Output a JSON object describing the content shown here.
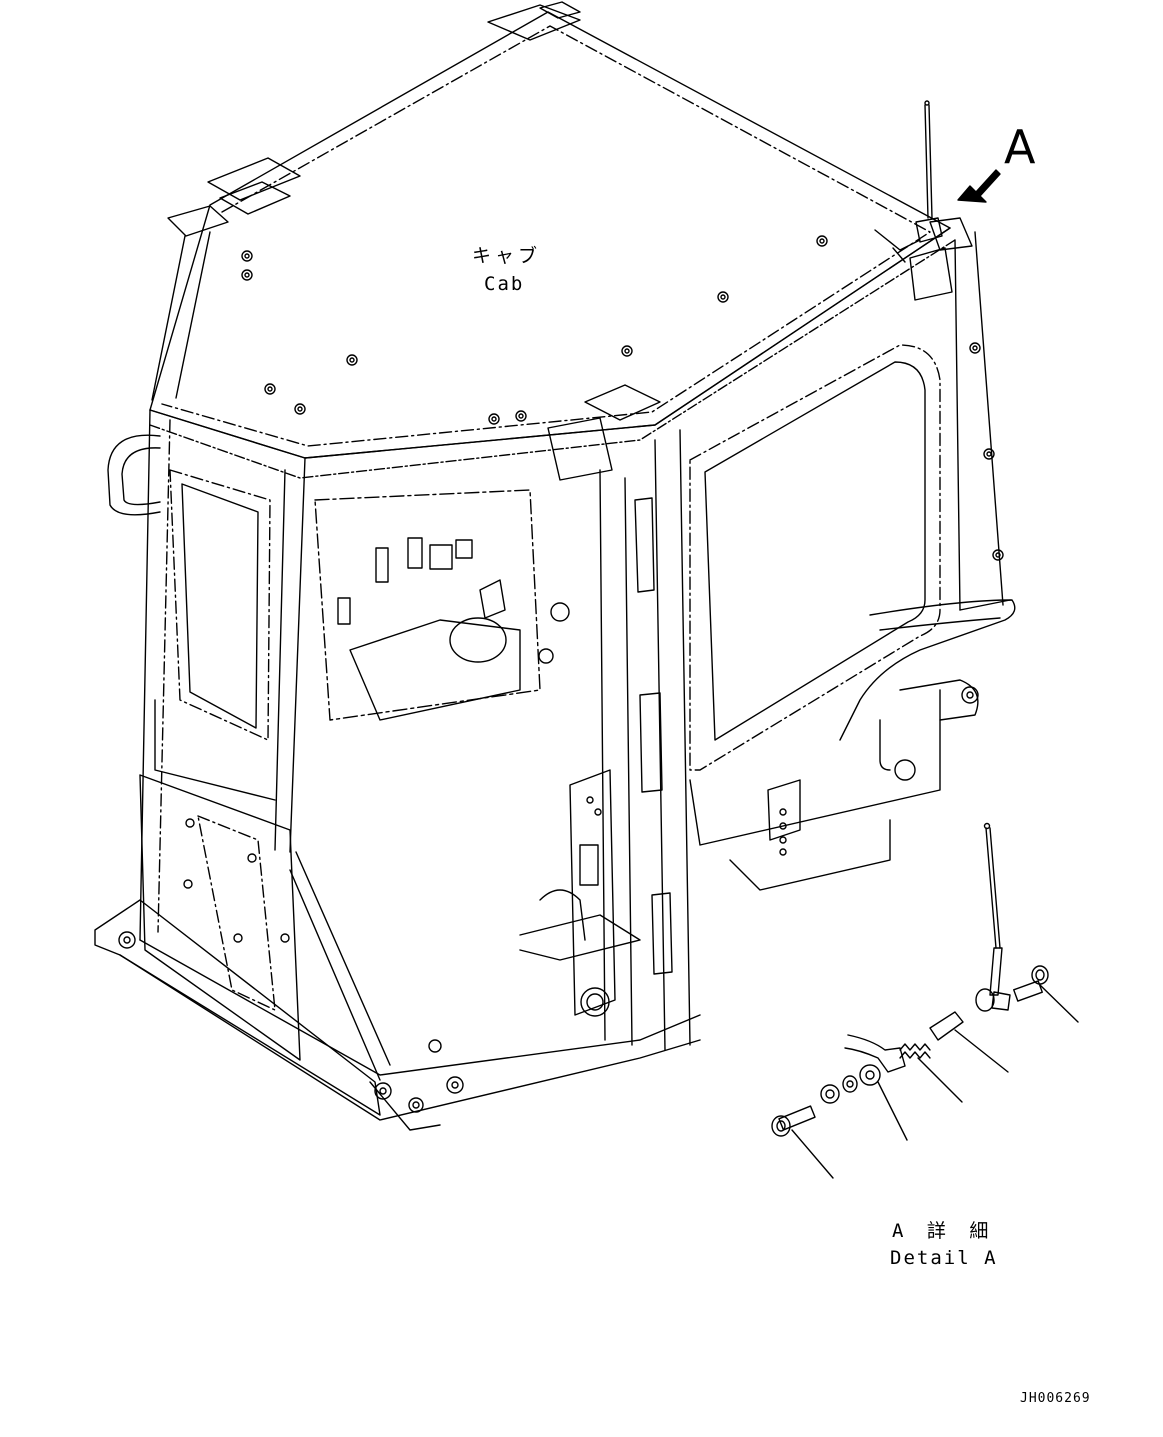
{
  "diagram": {
    "callout_letter": "A",
    "cab_label_jp": "キャブ",
    "cab_label_en": "Cab",
    "detail_label_jp": "A 詳 細",
    "detail_label_en": "Detail A",
    "drawing_code": "JH006269"
  },
  "colors": {
    "line": "#000000",
    "background": "#ffffff"
  }
}
